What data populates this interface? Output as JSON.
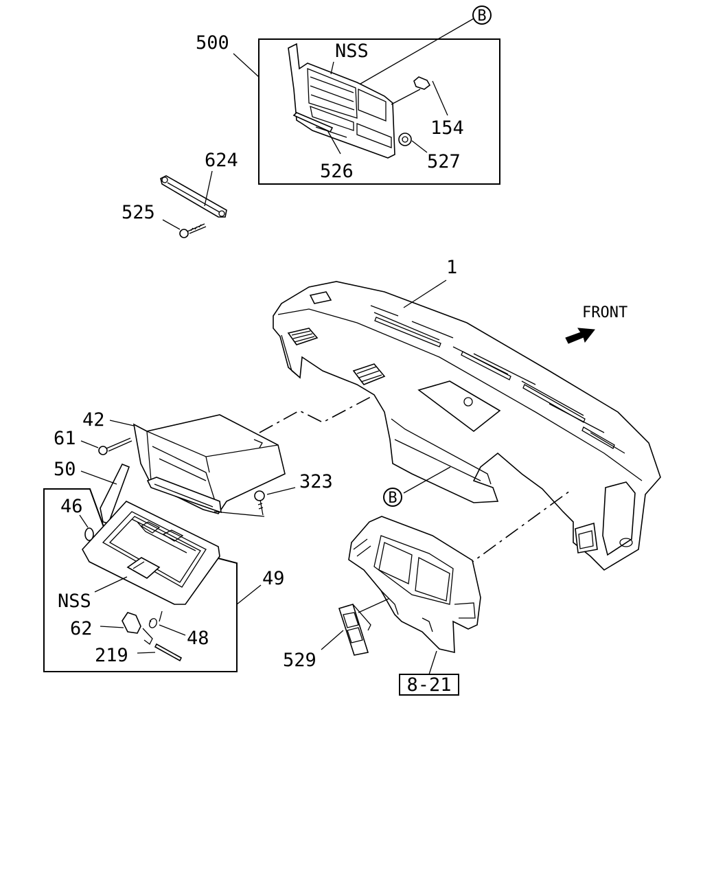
{
  "labels": {
    "p500": "500",
    "nss_top": "NSS",
    "callout_b_top": "B",
    "p154": "154",
    "p527": "527",
    "p526": "526",
    "p624": "624",
    "p525": "525",
    "p1": "1",
    "front": "FRONT",
    "p42": "42",
    "p61": "61",
    "p50": "50",
    "p323": "323",
    "p46": "46",
    "callout_b_mid": "B",
    "p49": "49",
    "nss_bottom": "NSS",
    "p62": "62",
    "p48": "48",
    "p219": "219",
    "p529": "529",
    "ref_8_21": "8-21"
  }
}
